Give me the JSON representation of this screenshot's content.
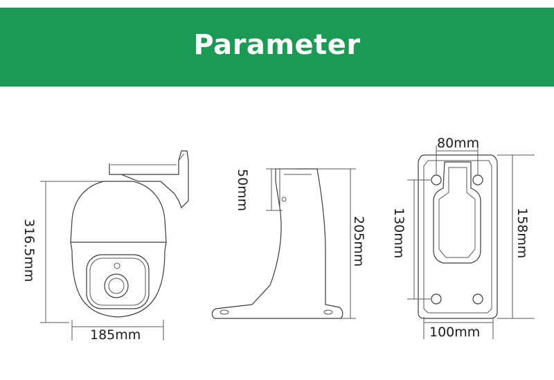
{
  "header": {
    "title": "Parameter"
  },
  "colors": {
    "banner": "#1a9a52",
    "line": "#3a3a3a"
  },
  "camera": {
    "height_label": "316.5mm",
    "width_label": "185mm"
  },
  "bracket": {
    "top_label": "50mm",
    "height_label": "205mm"
  },
  "mount_plate": {
    "hole_spacing_label": "80mm",
    "hole_vertical_label": "130mm",
    "height_label": "158mm",
    "width_label": "100mm"
  }
}
